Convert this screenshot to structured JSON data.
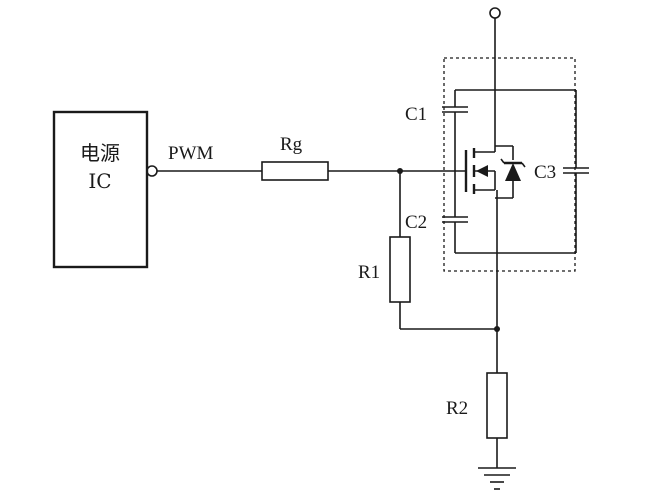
{
  "ic_block": {
    "line1": "电源",
    "line2": "IC"
  },
  "signals": {
    "pwm": "PWM"
  },
  "components": {
    "rg": "Rg",
    "r1": "R1",
    "r2": "R2",
    "c1": "C1",
    "c2": "C2",
    "c3": "C3"
  },
  "colors": {
    "ink": "#1a1a1a",
    "background": "#ffffff"
  }
}
